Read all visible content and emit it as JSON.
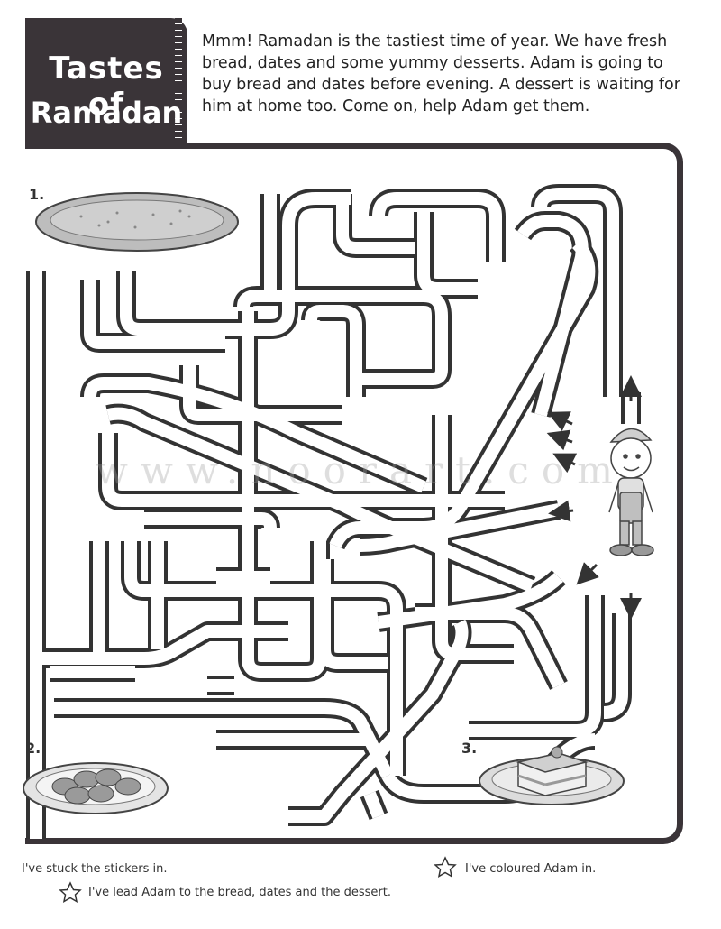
{
  "title": {
    "line1": "Tastes of",
    "line2": "Ramadan"
  },
  "intro": "Mmm! Ramadan is the tastiest time of year. We have fresh bread, dates and some yummy desserts. Adam is going to buy bread and dates before evening. A dessert is waiting for him at home too. Come on, help Adam get them.",
  "items": [
    {
      "number": "1.",
      "icon": "bread-icon"
    },
    {
      "number": "2.",
      "icon": "dates-plate-icon"
    },
    {
      "number": "3.",
      "icon": "cake-plate-icon"
    }
  ],
  "watermark": "www.noorart.com",
  "checklist": {
    "stickers": "I've stuck the stickers in.",
    "coloured": "I've coloured Adam in.",
    "lead": "I've lead Adam to the bread, dates and the dessert."
  },
  "colors": {
    "frame": "#3a3438",
    "maze_line": "#333333",
    "food_fill": "#c8c8c8"
  }
}
